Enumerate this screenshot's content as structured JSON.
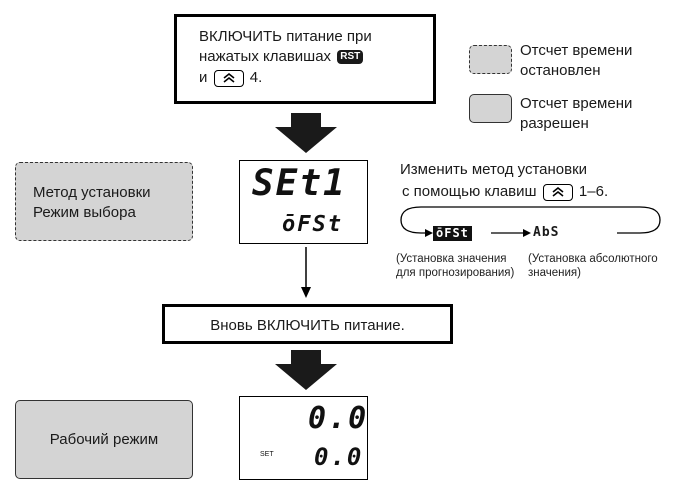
{
  "step1": {
    "line1": "ВКЛЮЧИТЬ питание при",
    "line2": "нажатых клавишах",
    "rst_key": "RST",
    "line3_prefix": "и",
    "line3_suffix": "4."
  },
  "legend": {
    "stopped_line1": "Отсчет времени",
    "stopped_line2": "остановлен",
    "enabled_line1": "Отсчет времени",
    "enabled_line2": "разрешен"
  },
  "mode_select": {
    "line1": "Метод установки",
    "line2": "Режим выбора"
  },
  "display1": {
    "top": "SEt1",
    "bottom": "ōFSt"
  },
  "instruction": {
    "line1": "Изменить метод установки",
    "line2_prefix": "с помощью клавиш",
    "line2_suffix": "1–6."
  },
  "cycle": {
    "option1": "ōFSt",
    "option2": "AbS",
    "caption1_line1": "(Установка значения",
    "caption1_line2": "для прогнозирования)",
    "caption2_line1": "(Установка абсолютного",
    "caption2_line2": "значения)"
  },
  "step2": {
    "text": "Вновь ВКЛЮЧИТЬ питание."
  },
  "run_mode": {
    "label": "Рабочий режим"
  },
  "display2": {
    "top": "0.0",
    "bottom": "0.0",
    "set_label": "SET"
  }
}
